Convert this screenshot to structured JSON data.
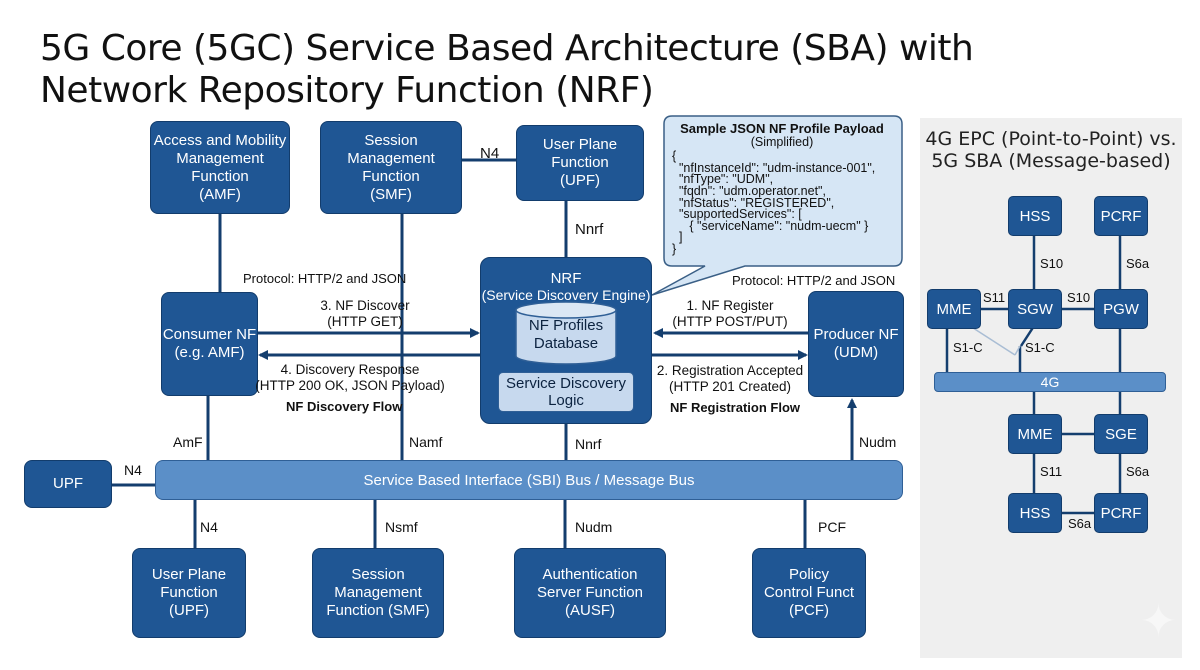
{
  "title": {
    "line1": "5G Core (5GC) Service Based Architecture (SBA) with",
    "line2": "Network Repository Function (NRF)"
  },
  "colors": {
    "nf_box": "#1f5694",
    "bus": "#5b8fc8",
    "callout_bg": "#d6e6f5",
    "panel_bg": "#efefef",
    "line": "#143e6e"
  },
  "top_nfs": {
    "amf": [
      "Access and Mobility",
      "Management",
      "Function",
      "(AMF)"
    ],
    "smf": [
      "Session",
      "Management",
      "Function",
      "(SMF)"
    ],
    "upf": [
      "User Plane",
      "Function",
      "(UPF)"
    ]
  },
  "consumer_nf": [
    "Consumer NF",
    "(e.g. AMF)"
  ],
  "producer_nf": [
    "Producer NF",
    "(UDM)"
  ],
  "nrf": {
    "title": "NRF",
    "subtitle": "(Service Discovery Engine)",
    "database": [
      "NF Profiles",
      "Database"
    ],
    "logic": [
      "Service Discovery",
      "Logic"
    ]
  },
  "labels": {
    "smf_upf_n4": "N4",
    "upf_nrf_nnrf": "Nnrf",
    "protocol_left": "Protocol: HTTP/2 and JSON",
    "protocol_right": "Protocol: HTTP/2 and JSON",
    "nf_discover": [
      "3. NF Discover",
      "(HTTP GET)"
    ],
    "discovery_response": [
      "4. Discovery Response",
      "(HTTP 200 OK, JSON Payload)"
    ],
    "discovery_flow": "NF Discovery Flow",
    "nf_register": [
      "1. NF Register",
      "(HTTP POST/PUT)"
    ],
    "registration_accepted": [
      "2. Registration Accepted",
      "(HTTP 201 Created)"
    ],
    "registration_flow": "NF Registration Flow",
    "amf_bus": "AmF",
    "namf": "Namf",
    "nnrf_bus": "Nnrf",
    "nudm_top": "Nudm",
    "upf_left_n4": "N4",
    "bottom_n4": "N4",
    "nsmf": "Nsmf",
    "nudm_bottom": "Nudm",
    "pcf": "PCF"
  },
  "callout": {
    "title": "Sample JSON NF Profile Payload",
    "subtitle": "(Simplified)",
    "json": "{\n  \"nfInstanceId\": \"udm-instance-001\",\n  \"nfType\": \"UDM\",\n  \"fqdn\": \"udm.operator.net\",\n  \"nfStatus\": \"REGISTERED\",\n  \"supportedServices\": [\n     { \"serviceName\": \"nudm-uecm\" }\n  ]\n}"
  },
  "left_upf": "UPF",
  "bus_label": "Service Based Interface (SBI) Bus / Message Bus",
  "bottom_nfs": {
    "upf": [
      "User Plane",
      "Function",
      "(UPF)"
    ],
    "smf": [
      "Session",
      "Management",
      "Function (SMF)"
    ],
    "ausf": [
      "Authentication",
      "Server Function",
      "(AUSF)"
    ],
    "pcf": [
      "Policy",
      "Control Funct",
      "(PCF)"
    ]
  },
  "comparison_panel": {
    "title": [
      "4G EPC (Point-to-Point) vs.",
      "5G SBA (Message-based)"
    ],
    "top": {
      "hss": "HSS",
      "pcrf": "PCRF",
      "mme": "MME",
      "sgw": "SGW",
      "pgw": "PGW",
      "s10_hss": "S10",
      "s6a_pcrf": "S6a",
      "s11": "S11",
      "s10_pgw": "S10",
      "s1c_left": "S1-C",
      "s1c_right": "S1-C"
    },
    "bar": "4G",
    "bottom": {
      "mme": "MME",
      "sge": "SGE",
      "hss": "HSS",
      "pcrf": "PCRF",
      "s11": "S11",
      "s6a_right": "S6a",
      "s6a_bottom": "S6a"
    }
  }
}
